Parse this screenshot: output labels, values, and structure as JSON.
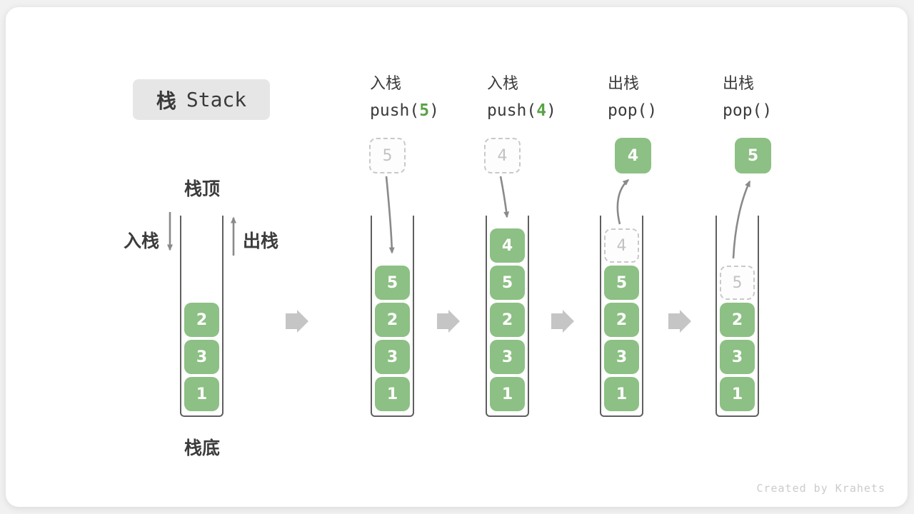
{
  "title": {
    "zh": "栈",
    "en": "Stack"
  },
  "legend": {
    "stack_top": "栈顶",
    "stack_bottom": "栈底",
    "push_side": "入栈",
    "pop_side": "出栈"
  },
  "colors": {
    "block_green": "#8dc084",
    "code_arg_green": "#5ba245",
    "dark_text": "#3b3b3b",
    "ghost_gray": "#c9c9c9",
    "thin_arrow_gray": "#8a8a8a",
    "flow_arrow_gray": "#c5c5c5",
    "watermark_gray": "#cbcbcb"
  },
  "watermark": "Created by Krahets",
  "figures": [
    {
      "name": "initial-stack",
      "op": null,
      "above": null,
      "items": [
        {
          "v": "1"
        },
        {
          "v": "3"
        },
        {
          "v": "2"
        }
      ]
    },
    {
      "name": "push-5",
      "op": {
        "zh": "入栈",
        "code_pre": "push(",
        "arg": "5",
        "code_post": ")"
      },
      "above": {
        "style": "dashed",
        "v": "5"
      },
      "items": [
        {
          "v": "1"
        },
        {
          "v": "3"
        },
        {
          "v": "2"
        },
        {
          "v": "5"
        }
      ]
    },
    {
      "name": "push-4",
      "op": {
        "zh": "入栈",
        "code_pre": "push(",
        "arg": "4",
        "code_post": ")"
      },
      "above": {
        "style": "dashed",
        "v": "4"
      },
      "items": [
        {
          "v": "1"
        },
        {
          "v": "3"
        },
        {
          "v": "2"
        },
        {
          "v": "5"
        },
        {
          "v": "4"
        }
      ]
    },
    {
      "name": "pop-4",
      "op": {
        "zh": "出栈",
        "code_pre": "pop(",
        "arg": "",
        "code_post": ")"
      },
      "above": {
        "style": "solid",
        "v": "4"
      },
      "items": [
        {
          "v": "1"
        },
        {
          "v": "3"
        },
        {
          "v": "2"
        },
        {
          "v": "5"
        },
        {
          "v": "4",
          "ghost": true
        }
      ]
    },
    {
      "name": "pop-5",
      "op": {
        "zh": "出栈",
        "code_pre": "pop(",
        "arg": "",
        "code_post": ")"
      },
      "above": {
        "style": "solid",
        "v": "5"
      },
      "items": [
        {
          "v": "1"
        },
        {
          "v": "3"
        },
        {
          "v": "2"
        },
        {
          "v": "5",
          "ghost": true
        }
      ]
    }
  ]
}
